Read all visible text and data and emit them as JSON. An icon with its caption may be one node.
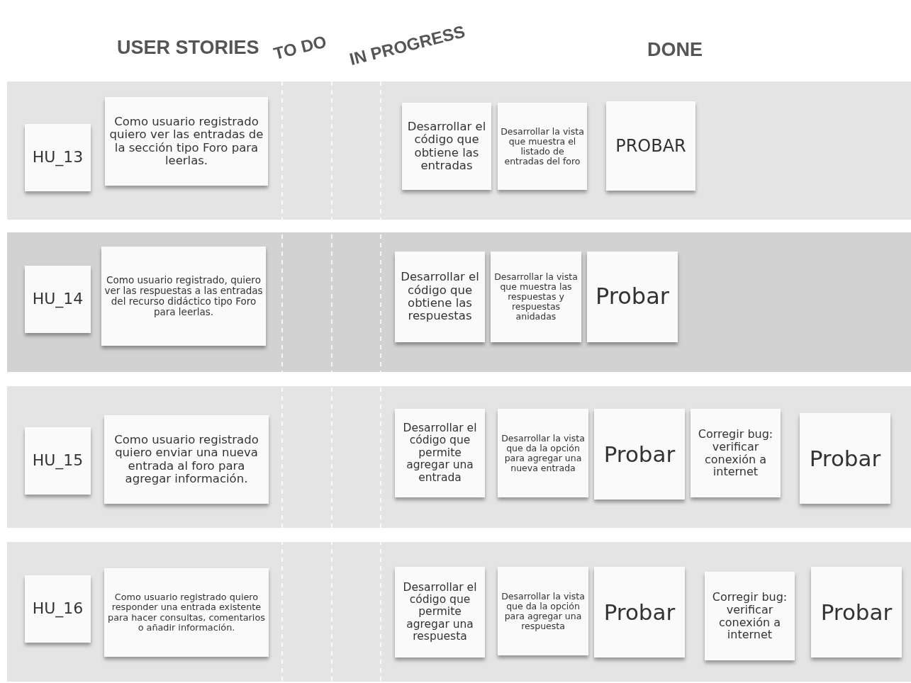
{
  "diagram": {
    "nodes": [
      {
        "text": [
          "HU_13"
        ]
      },
      {
        "text": [
          "Como usuario registrado quiero ver las entradas de la sección tipo Foro para leerlas."
        ]
      },
      {
        "text": [
          "Desarrollar el código que obtiene las entradas"
        ]
      },
      {
        "text": [
          "Desarrollar la vista que muestra el listado de entradas del foro"
        ]
      },
      {
        "text": [
          "PROBAR"
        ]
      },
      {
        "text": [
          "HU_14"
        ]
      },
      {
        "text": [
          "Como usuario registrado, quiero ver las respuestas a las entradas del recurso didáctico tipo Foro para leerlas."
        ]
      },
      {
        "text": [
          "Desarrollar el código que obtiene las respuestas"
        ]
      },
      {
        "text": [
          "Desarrollar la vista que muestra las respuestas y respuestas anidadas"
        ]
      },
      {
        "text": [
          "Probar"
        ]
      },
      {
        "text": [
          "HU_15"
        ]
      },
      {
        "text": [
          "Como usuario registrado quiero enviar una nueva entrada al foro para agregar información."
        ]
      },
      {
        "text": [
          "Desarrollar el código que permite agregar una entrada"
        ]
      },
      {
        "text": [
          "Desarrollar la vista que da la opción para agregar una nueva entrada"
        ]
      },
      {
        "text": [
          "Probar"
        ]
      },
      {
        "text": [
          "Corregir bug: verificar conexión a internet"
        ]
      },
      {
        "text": [
          "Probar"
        ]
      },
      {
        "text": [
          "HU_16"
        ]
      },
      {
        "text": [
          "Como usuario registrado quiero responder una entrada existente para hacer consultas, comentarios o añadir información."
        ]
      },
      {
        "text": [
          "Desarrollar el código que permite agregar una respuesta"
        ]
      },
      {
        "text": [
          "Desarrollar la vista que da la opción para agregar una respuesta"
        ]
      },
      {
        "text": [
          "Probar"
        ]
      },
      {
        "text": [
          "Corregir bug: verificar conexión a internet"
        ]
      },
      {
        "text": [
          "Probar"
        ]
      }
    ],
    "labels": [
      "USER STORIES",
      "TO DO",
      "IN PROGRESS",
      "DONE"
    ]
  }
}
